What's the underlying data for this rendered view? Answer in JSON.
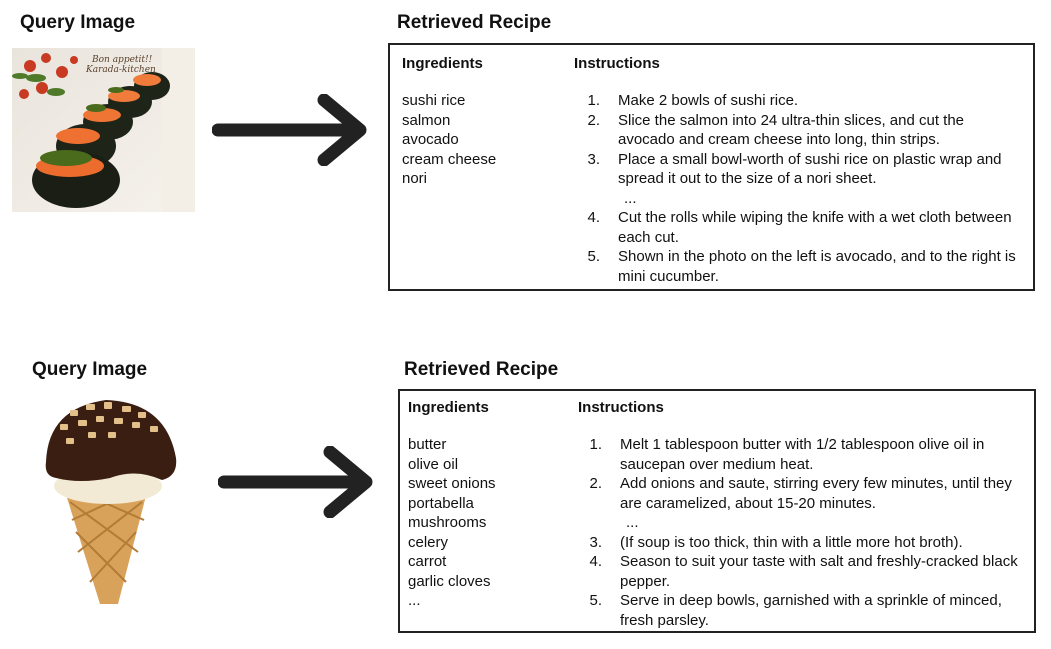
{
  "rows": [
    {
      "query_title": "Query Image",
      "recipe_title": "Retrieved Recipe",
      "image_text": "Bon appetit!! Karada-kitchen",
      "ingredients_header": "Ingredients",
      "instructions_header": "Instructions",
      "ingredients": [
        "sushi rice",
        "salmon",
        "avocado",
        "cream cheese",
        "nori"
      ],
      "instructions": [
        {
          "num": "1.",
          "text": "Make 2 bowls of sushi rice."
        },
        {
          "num": "2.",
          "text": "Slice the salmon into 24 ultra-thin slices, and cut the avocado and cream cheese into long, thin strips."
        },
        {
          "num": "3.",
          "text": "Place a small bowl-worth of sushi rice on plastic wrap and spread it out to the size of a nori sheet."
        },
        {
          "num": "",
          "text": "..."
        },
        {
          "num": "4.",
          "text": "Cut the rolls while wiping the knife with a wet cloth between each cut."
        },
        {
          "num": "5.",
          "text": "Shown in the photo on the left is avocado, and to the right is mini cucumber."
        }
      ]
    },
    {
      "query_title": "Query Image",
      "recipe_title": "Retrieved Recipe",
      "ingredients_header": "Ingredients",
      "instructions_header": "Instructions",
      "ingredients": [
        "butter",
        "olive oil",
        "sweet onions",
        "portabella",
        "mushrooms",
        "celery",
        "carrot",
        "garlic cloves",
        "..."
      ],
      "instructions": [
        {
          "num": "1.",
          "text": "Melt 1 tablespoon butter with 1/2 tablespoon olive oil in saucepan over medium heat."
        },
        {
          "num": "2.",
          "text": "Add onions and saute, stirring every few minutes, until they are caramelized, about 15-20 minutes."
        },
        {
          "num": "",
          "text": "..."
        },
        {
          "num": "3.",
          "text": "(If soup is too thick, thin with a little more hot broth)."
        },
        {
          "num": "4.",
          "text": "Season to suit your taste with salt and freshly-cracked black pepper."
        },
        {
          "num": "5.",
          "text": "Serve in deep bowls, garnished with a sprinkle of minced, fresh parsley."
        }
      ]
    }
  ]
}
